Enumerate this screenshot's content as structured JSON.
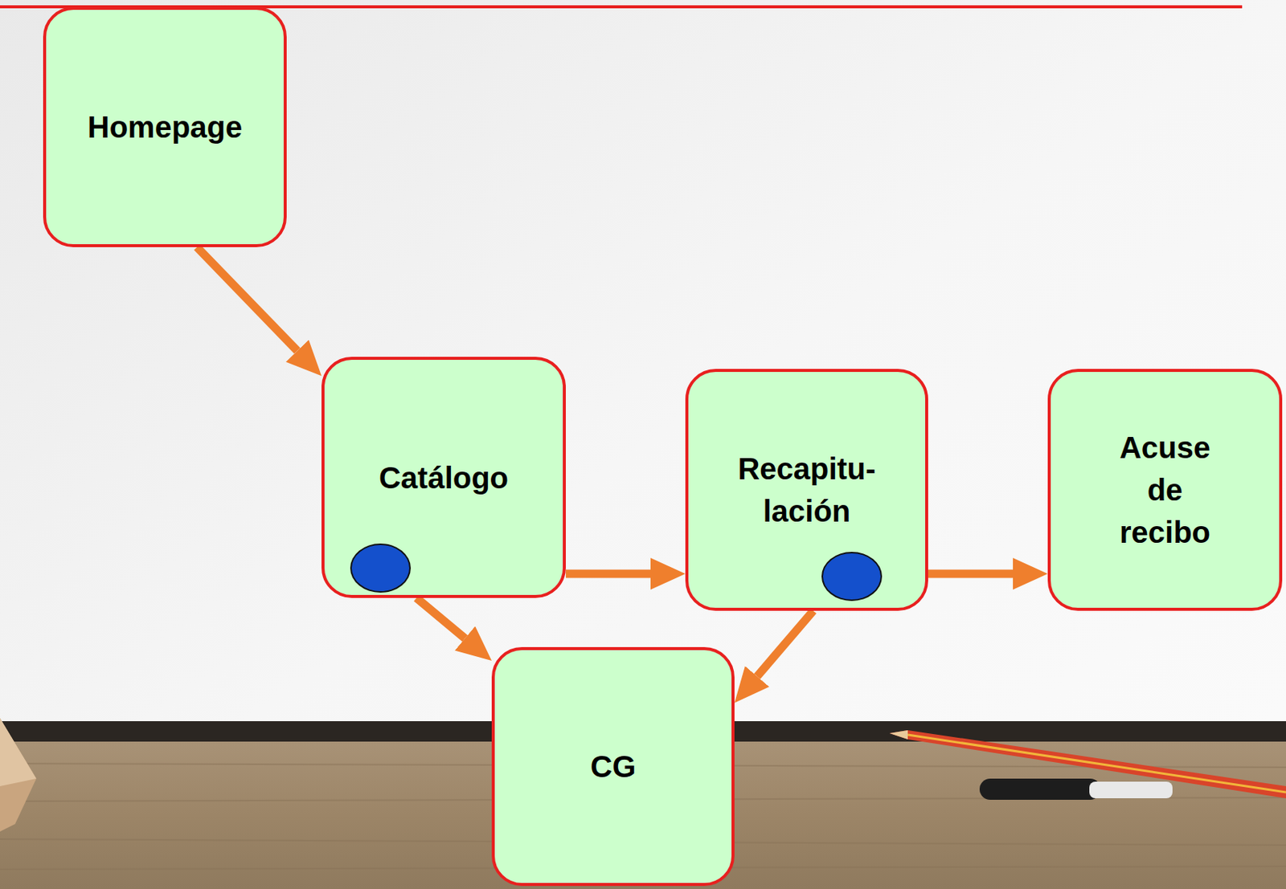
{
  "diagram": {
    "nodes": [
      {
        "text": [
          "Homepage"
        ]
      },
      {
        "text": [
          "Catálogo"
        ]
      },
      {
        "text": [
          "Recapitu- lación"
        ]
      },
      {
        "text": [
          "Acuse de recibo"
        ]
      },
      {
        "text": [
          "CG"
        ]
      }
    ],
    "edges": [
      {
        "from": 0,
        "to": 1,
        "arrow": "to"
      },
      {
        "from": 1,
        "to": 2,
        "arrow": "to"
      },
      {
        "from": 1,
        "to": 4,
        "arrow": "to"
      },
      {
        "from": 2,
        "to": 4,
        "arrow": "to"
      },
      {
        "from": 2,
        "to": 3,
        "arrow": "to"
      }
    ]
  }
}
